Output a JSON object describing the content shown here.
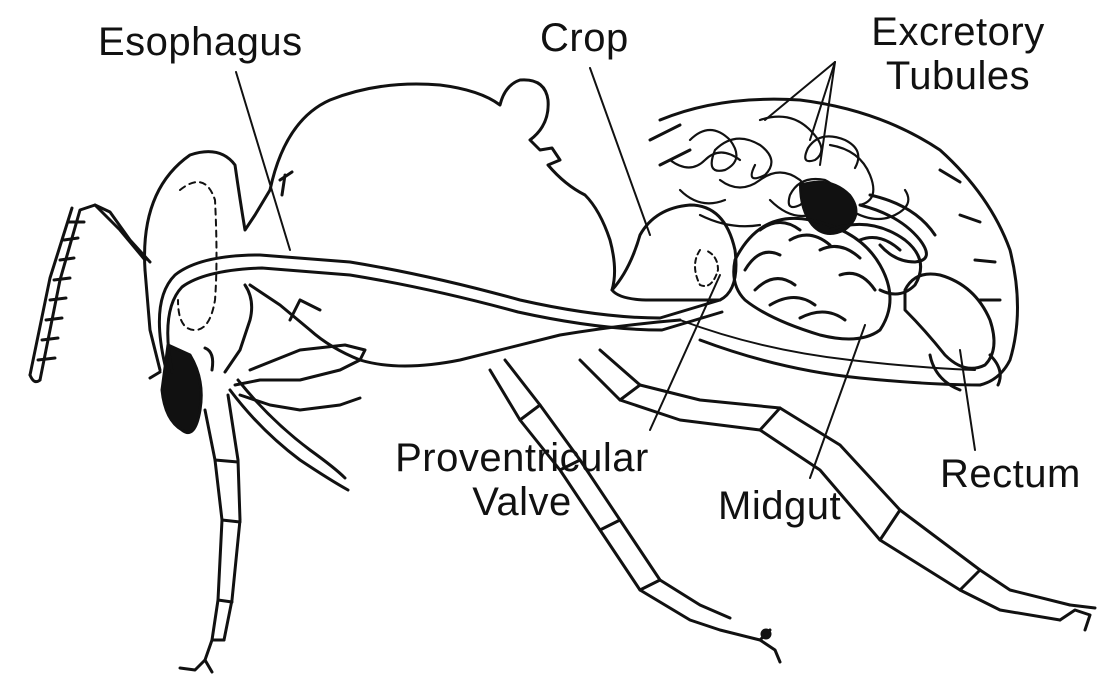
{
  "labels": {
    "esophagus": "Esophagus",
    "crop": "Crop",
    "excretory_line1": "Excretory",
    "excretory_line2": "Tubules",
    "proventricular_line1": "Proventricular",
    "proventricular_line2": "Valve",
    "midgut": "Midgut",
    "rectum": "Rectum"
  },
  "colors": {
    "ink": "#111111",
    "paper": "#ffffff"
  }
}
